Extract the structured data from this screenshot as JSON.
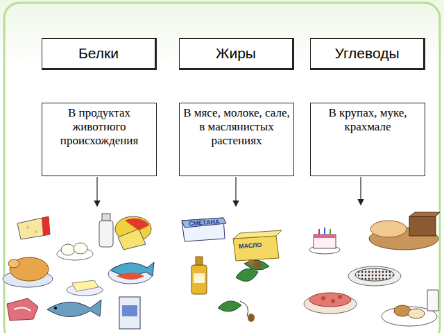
{
  "diagram": {
    "nodes": [
      {
        "text": [
          "Белки"
        ]
      },
      {
        "text": [
          "Жиры"
        ]
      },
      {
        "text": [
          "Углеводы"
        ]
      },
      {
        "text": [
          "В продуктах животного происхождения"
        ]
      },
      {
        "text": [
          "В мясе, молоке, сале, в маслянистых растениях"
        ]
      },
      {
        "text": [
          "В крупах, муке, крахмале"
        ]
      }
    ],
    "labels": [
      "СМЕТАНА",
      "МАСЛО"
    ]
  }
}
